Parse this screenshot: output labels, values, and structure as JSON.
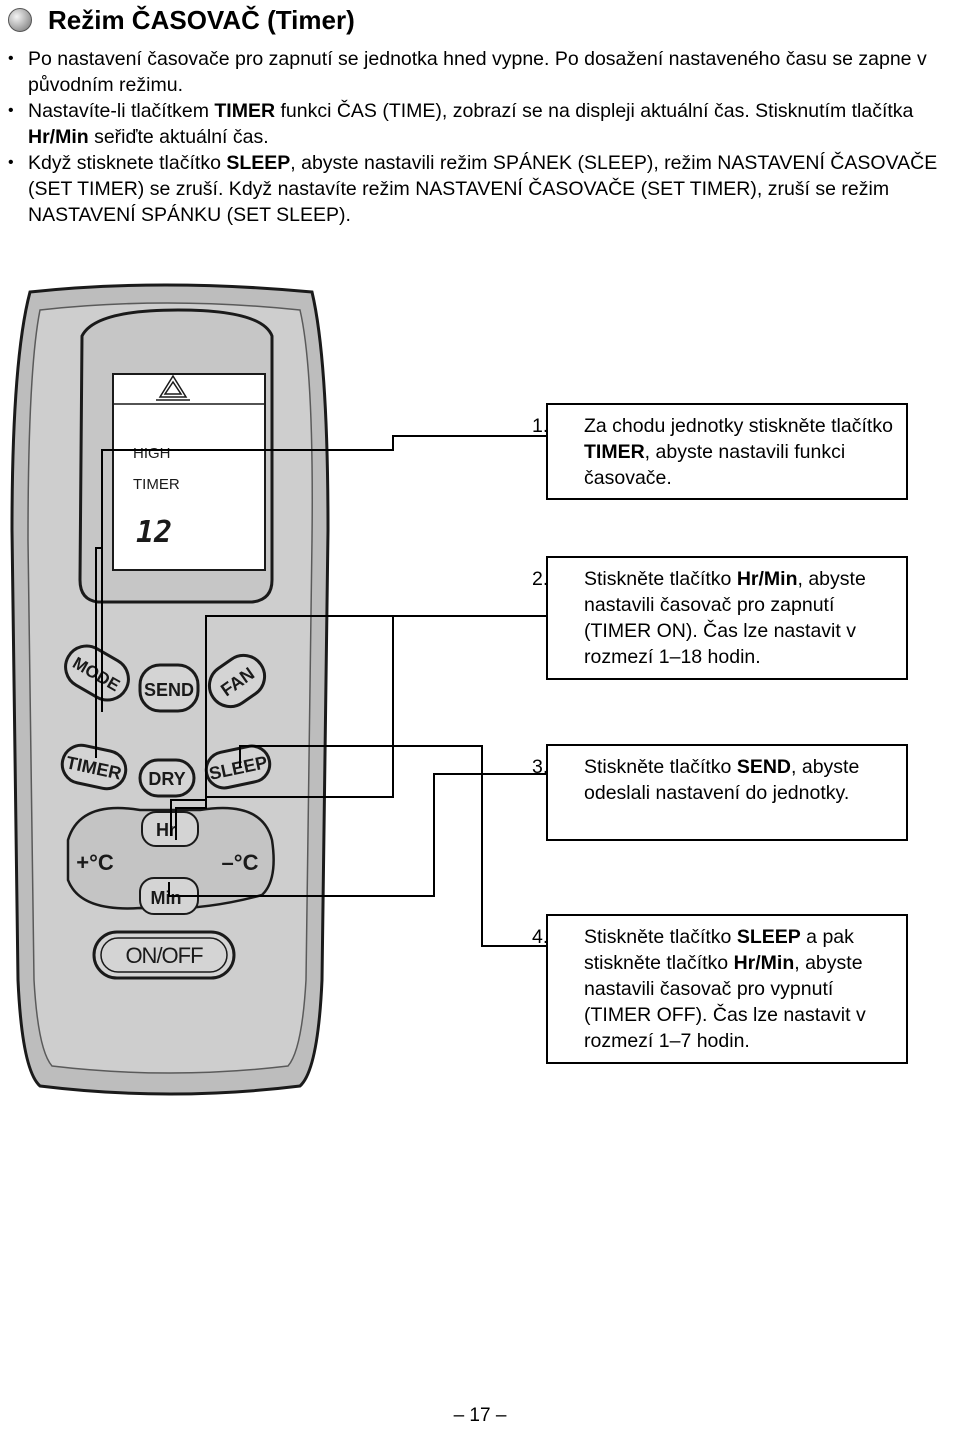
{
  "heading": {
    "title": "Režim ČASOVAČ (Timer)",
    "icon": "grey-ball-bullet-icon"
  },
  "intro": [
    {
      "parts": [
        "Po nastavení časovače pro zapnutí se jednotka hned vypne. Po dosažení nastaveného času se zapne v původním režimu."
      ]
    },
    {
      "p1": "Nastavíte-li tlačítkem ",
      "b1": "TIMER",
      "p2": " funkci ČAS (TIME), zobrazí se na displeji aktuální čas. Stisknutím tlačítka ",
      "b2": "Hr/Min",
      "p3": " seřiďte aktuální čas."
    },
    {
      "p1": "Když stisknete tlačítko ",
      "b1": "SLEEP",
      "p2": ", abyste nastavili režim SPÁNEK (SLEEP), režim NASTAVENÍ ČASOVAČE (SET TIMER) se zruší. Když nastavíte režim NASTAVENÍ ČASOVAČE (SET TIMER), zruší se režim NASTAVENÍ SPÁNKU (SET SLEEP)."
    }
  ],
  "remote": {
    "display": {
      "line1": "HIGH",
      "line2": "TIMER",
      "digits": "12",
      "icon": "fan-triangle-icon"
    },
    "buttons": {
      "mode": "MODE",
      "send": "SEND",
      "fan": "FAN",
      "timer": "TIMER",
      "dry": "DRY",
      "sleep": "SLEEP",
      "hr": "Hr",
      "min": "Min",
      "plus": "+°C",
      "minus": "–°C",
      "onoff": "ON/OFF"
    }
  },
  "callouts": [
    {
      "num": "1.",
      "a": "Za chodu jednotky stiskněte tlačítko ",
      "b": "TIMER",
      "c": ", abyste nastavili funkci časovače."
    },
    {
      "num": "2.",
      "a": "Stiskněte tlačítko ",
      "b": "Hr/Min",
      "c": ", abyste nastavili časovač pro zapnutí (TIMER ON). Čas lze nastavit v rozmezí 1–18 hodin."
    },
    {
      "num": "3.",
      "a": "Stiskněte tlačítko ",
      "b": "SEND",
      "c": ", abyste odeslali nastavení do jednotky."
    },
    {
      "num": "4.",
      "a": "Stiskněte tlačítko ",
      "b": "SLEEP",
      "c": " a pak stiskněte tlačítko ",
      "d": "Hr/Min",
      "e": ", abyste nastavili časovač pro vypnutí (TIMER OFF). Čas lze nastavit v rozmezí 1–7 hodin."
    }
  ],
  "page_number": "– 17 –"
}
